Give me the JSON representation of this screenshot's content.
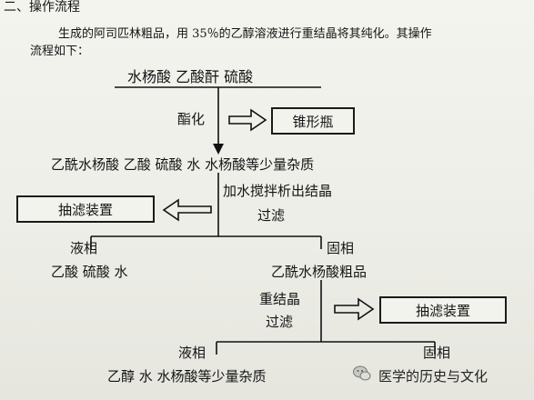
{
  "section_title": "二、操作流程",
  "intro_line1": "生成的阿司匹林粗品，用 35％的乙醇溶液进行重结晶将其纯化。其操作",
  "intro_line2": "流程如下：",
  "reactants": "水杨酸  乙酸酐  硫酸",
  "step1_label": "酯化",
  "vessel_box": "锥形瓶",
  "mixture1": "乙酰水杨酸  乙酸    硫酸  水  水杨酸等少量杂质",
  "step2_line1": "加水搅拌析出结晶",
  "step2_line2": "过滤",
  "filter_box_1": "抽滤装置",
  "liquid_label_1": "液相",
  "liquid_content_1": "乙酸  硫酸  水",
  "solid_label_1": "固相",
  "solid_content_1": "乙酰水杨酸粗品",
  "step3_line1": "重结晶",
  "step3_line2": "过滤",
  "filter_box_2": "抽滤装置",
  "liquid_label_2": "液相",
  "liquid_content_2": "乙醇  水  水杨酸等少量杂质",
  "solid_label_2": "固相",
  "watermark_text": "医学的历史与文化"
}
